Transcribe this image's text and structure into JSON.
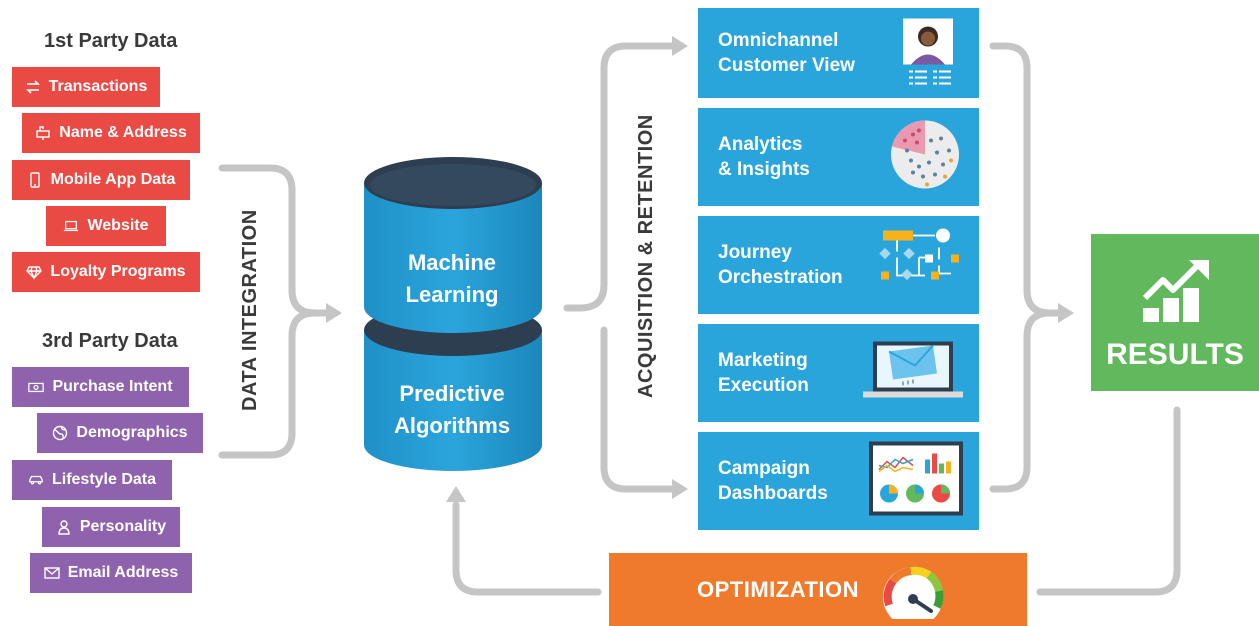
{
  "first_party": {
    "heading": "1st Party Data",
    "items": [
      {
        "label": "Transactions",
        "icon": "arrows-exchange-icon"
      },
      {
        "label": "Name & Address",
        "icon": "mailbox-icon"
      },
      {
        "label": "Mobile App Data",
        "icon": "smartphone-icon"
      },
      {
        "label": "Website",
        "icon": "laptop-icon"
      },
      {
        "label": "Loyalty Programs",
        "icon": "diamond-icon"
      }
    ]
  },
  "third_party": {
    "heading": "3rd Party Data",
    "items": [
      {
        "label": "Purchase Intent",
        "icon": "money-icon"
      },
      {
        "label": "Demographics",
        "icon": "globe-icon"
      },
      {
        "label": "Lifestyle Data",
        "icon": "car-icon"
      },
      {
        "label": "Personality",
        "icon": "person-icon"
      },
      {
        "label": "Email Address",
        "icon": "envelope-icon"
      }
    ]
  },
  "data_integration_label": "DATA INTEGRATION",
  "database": {
    "top_label_line1": "Machine",
    "top_label_line2": "Learning",
    "bottom_label_line1": "Predictive",
    "bottom_label_line2": "Algorithms"
  },
  "acquisition_label": "ACQUISITION & RETENTION",
  "cards": [
    {
      "line1": "Omnichannel",
      "line2": "Customer View",
      "icon": "customer-profile-icon"
    },
    {
      "line1": "Analytics",
      "line2": "& Insights",
      "icon": "crowd-pie-chart-icon"
    },
    {
      "line1": "Journey",
      "line2": "Orchestration",
      "icon": "flowchart-icon"
    },
    {
      "line1": "Marketing",
      "line2": "Execution",
      "icon": "laptop-envelope-icon"
    },
    {
      "line1": "Campaign",
      "line2": "Dashboards",
      "icon": "dashboard-charts-icon"
    }
  ],
  "results": {
    "label": "RESULTS",
    "icon": "rising-bar-chart-icon"
  },
  "optimization": {
    "label": "OPTIMIZATION",
    "icon": "gauge-icon"
  },
  "colors": {
    "red": "#e94b44",
    "purple": "#8e62ad",
    "blue": "#2aa5dc",
    "green": "#62b85d",
    "orange": "#f07a2c",
    "arrow_gray": "#c5c5c5",
    "text_dark": "#3a3a3a"
  }
}
